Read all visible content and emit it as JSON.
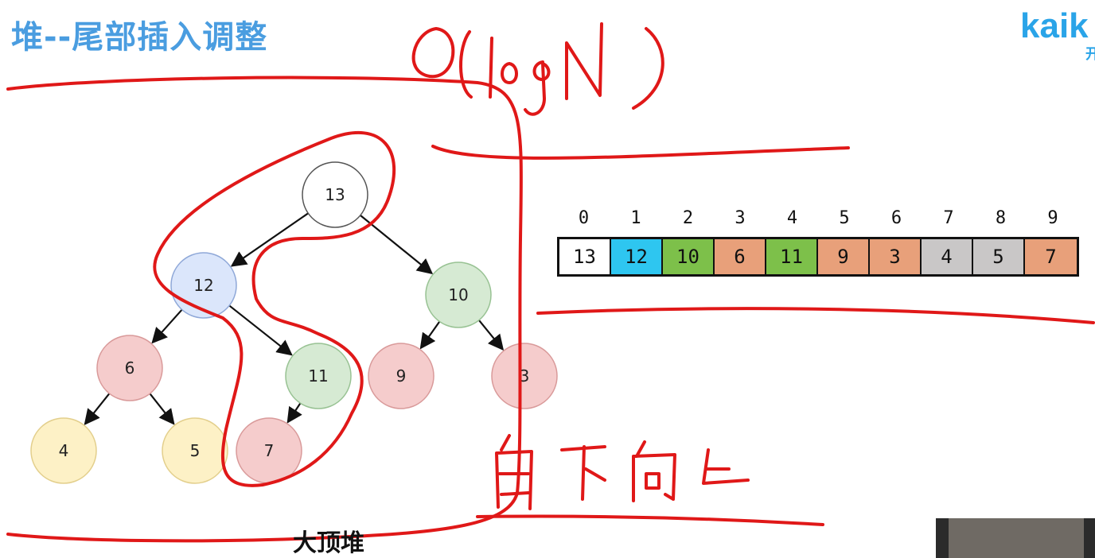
{
  "slide": {
    "title": "堆--尾部插入调整",
    "caption": "大顶堆",
    "logo": {
      "word": "kaik",
      "sub": "开"
    }
  },
  "tree": {
    "nodes": [
      {
        "id": "n13",
        "label": "13",
        "fill": "#ffffff",
        "stroke": "#555555"
      },
      {
        "id": "n12",
        "label": "12",
        "fill": "#dbe6fb",
        "stroke": "#8fa8d8"
      },
      {
        "id": "n10",
        "label": "10",
        "fill": "#d6ead3",
        "stroke": "#98c293"
      },
      {
        "id": "n6",
        "label": "6",
        "fill": "#f5cccc",
        "stroke": "#d99a9a"
      },
      {
        "id": "n11",
        "label": "11",
        "fill": "#d6ead3",
        "stroke": "#98c293"
      },
      {
        "id": "n9",
        "label": "9",
        "fill": "#f5cccc",
        "stroke": "#d99a9a"
      },
      {
        "id": "n3",
        "label": "3",
        "fill": "#f5cccc",
        "stroke": "#d99a9a"
      },
      {
        "id": "n4",
        "label": "4",
        "fill": "#fdf1c6",
        "stroke": "#e3cf8c"
      },
      {
        "id": "n5",
        "label": "5",
        "fill": "#fdf1c6",
        "stroke": "#e3cf8c"
      },
      {
        "id": "n7",
        "label": "7",
        "fill": "#f5cccc",
        "stroke": "#d99a9a"
      }
    ],
    "edges": [
      [
        "n13",
        "n12"
      ],
      [
        "n13",
        "n10"
      ],
      [
        "n12",
        "n6"
      ],
      [
        "n12",
        "n11"
      ],
      [
        "n10",
        "n9"
      ],
      [
        "n10",
        "n3"
      ],
      [
        "n6",
        "n4"
      ],
      [
        "n6",
        "n5"
      ],
      [
        "n11",
        "n7"
      ]
    ]
  },
  "array": {
    "indices": [
      "0",
      "1",
      "2",
      "3",
      "4",
      "5",
      "6",
      "7",
      "8",
      "9"
    ],
    "values": [
      "13",
      "12",
      "10",
      "6",
      "11",
      "9",
      "3",
      "4",
      "5",
      "7"
    ],
    "colors": [
      "#ffffff",
      "#2ec6f0",
      "#7dc04a",
      "#e8a07a",
      "#7dc04a",
      "#e8a07a",
      "#e8a07a",
      "#c9c7c7",
      "#c9c7c7",
      "#e8a07a"
    ]
  },
  "annotations": {
    "color": "#e01818",
    "complexity_text": "O(logN)",
    "direction_text": "自下向上"
  }
}
